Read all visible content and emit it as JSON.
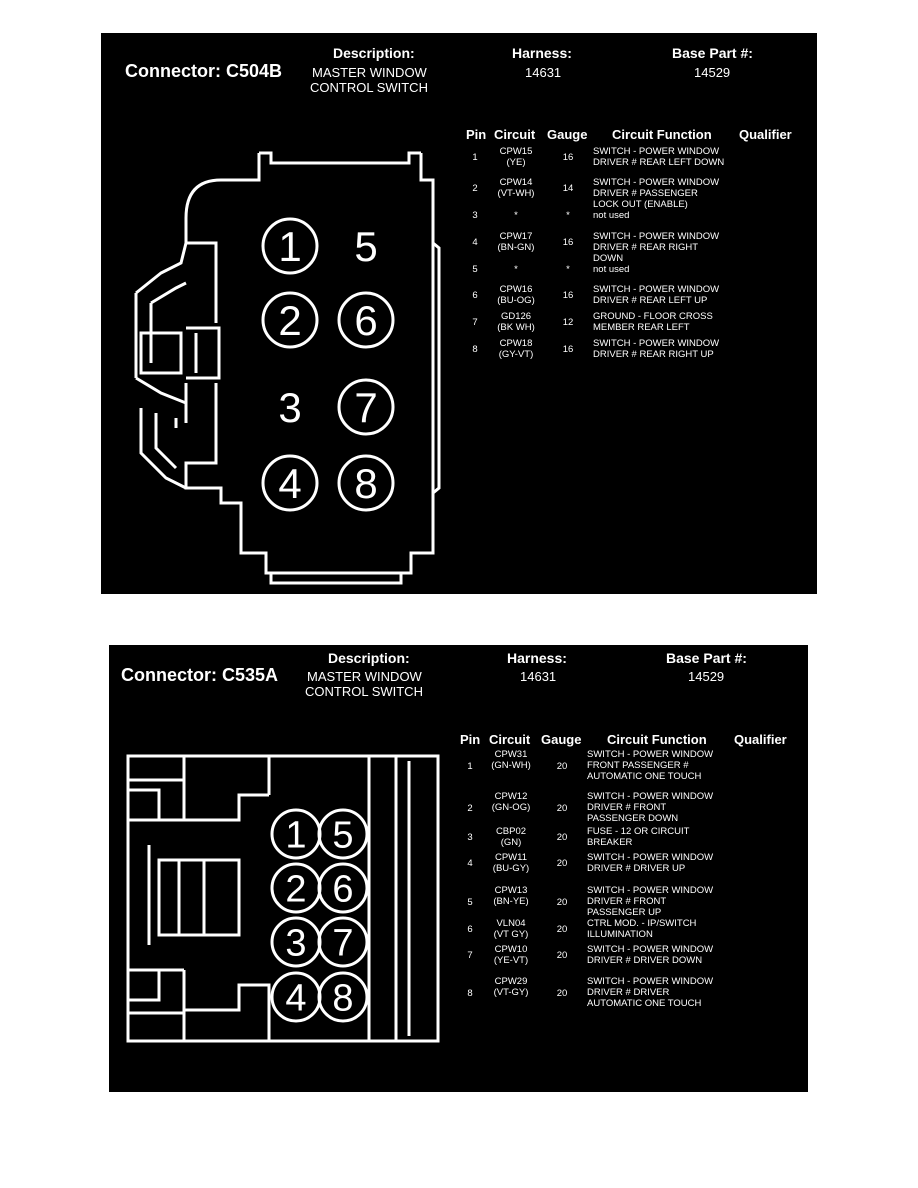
{
  "headers": {
    "description": "Description:",
    "harness": "Harness:",
    "base_part": "Base Part #:",
    "pin": "Pin",
    "circuit": "Circuit",
    "gauge": "Gauge",
    "circuit_function": "Circuit Function",
    "qualifier": "Qualifier"
  },
  "connectors": [
    {
      "title": "Connector: C504B",
      "description_line1": "MASTER WINDOW",
      "description_line2": "CONTROL SWITCH",
      "harness": "14631",
      "base_part": "14529",
      "pin_labels": [
        "1",
        "2",
        "3",
        "4",
        "5",
        "6",
        "7",
        "8"
      ],
      "pins": [
        {
          "pin": "1",
          "circuit1": "CPW15",
          "circuit2": "(YE)",
          "gauge": "16",
          "function": "SWITCH - POWER WINDOW\nDRIVER # REAR LEFT DOWN"
        },
        {
          "pin": "2",
          "circuit1": "CPW14",
          "circuit2": "(VT-WH)",
          "gauge": "14",
          "function": "SWITCH - POWER WINDOW\nDRIVER # PASSENGER\nLOCK OUT (ENABLE)"
        },
        {
          "pin": "3",
          "circuit1": "*",
          "circuit2": "",
          "gauge": "*",
          "function": "not used"
        },
        {
          "pin": "4",
          "circuit1": "CPW17",
          "circuit2": "(BN-GN)",
          "gauge": "16",
          "function": "SWITCH - POWER WINDOW\nDRIVER # REAR RIGHT\nDOWN"
        },
        {
          "pin": "5",
          "circuit1": "*",
          "circuit2": "",
          "gauge": "*",
          "function": "not used"
        },
        {
          "pin": "6",
          "circuit1": "CPW16",
          "circuit2": "(BU-OG)",
          "gauge": "16",
          "function": "SWITCH - POWER WINDOW\nDRIVER # REAR LEFT UP"
        },
        {
          "pin": "7",
          "circuit1": "GD126",
          "circuit2": "(BK WH)",
          "gauge": "12",
          "function": "GROUND - FLOOR CROSS\nMEMBER REAR LEFT"
        },
        {
          "pin": "8",
          "circuit1": "CPW18",
          "circuit2": "(GY-VT)",
          "gauge": "16",
          "function": "SWITCH - POWER WINDOW\nDRIVER # REAR RIGHT UP"
        }
      ]
    },
    {
      "title": "Connector: C535A",
      "description_line1": "MASTER WINDOW",
      "description_line2": "CONTROL SWITCH",
      "harness": "14631",
      "base_part": "14529",
      "pin_labels": [
        "1",
        "2",
        "3",
        "4",
        "5",
        "6",
        "7",
        "8"
      ],
      "pins": [
        {
          "pin": "1",
          "circuit1": "CPW31",
          "circuit2": "(GN-WH)",
          "gauge": "20",
          "function": "SWITCH - POWER WINDOW\nFRONT PASSENGER #\nAUTOMATIC ONE TOUCH"
        },
        {
          "pin": "2",
          "circuit1": "CPW12",
          "circuit2": "(GN-OG)",
          "gauge": "20",
          "function": "SWITCH - POWER WINDOW\nDRIVER # FRONT\nPASSENGER DOWN"
        },
        {
          "pin": "3",
          "circuit1": "CBP02",
          "circuit2": "(GN)",
          "gauge": "20",
          "function": "FUSE - 12 OR CIRCUIT\nBREAKER"
        },
        {
          "pin": "4",
          "circuit1": "CPW11",
          "circuit2": "(BU-GY)",
          "gauge": "20",
          "function": "SWITCH - POWER WINDOW\nDRIVER # DRIVER UP"
        },
        {
          "pin": "5",
          "circuit1": "CPW13",
          "circuit2": "(BN-YE)",
          "gauge": "20",
          "function": "SWITCH - POWER WINDOW\nDRIVER # FRONT\nPASSENGER UP"
        },
        {
          "pin": "6",
          "circuit1": "VLN04",
          "circuit2": "(VT GY)",
          "gauge": "20",
          "function": "CTRL MOD. - IP/SWITCH\nILLUMINATION"
        },
        {
          "pin": "7",
          "circuit1": "CPW10",
          "circuit2": "(YE-VT)",
          "gauge": "20",
          "function": "SWITCH - POWER WINDOW\nDRIVER # DRIVER DOWN"
        },
        {
          "pin": "8",
          "circuit1": "CPW29",
          "circuit2": "(VT-GY)",
          "gauge": "20",
          "function": "SWITCH - POWER WINDOW\nDRIVER # DRIVER\nAUTOMATIC ONE TOUCH"
        }
      ]
    }
  ]
}
